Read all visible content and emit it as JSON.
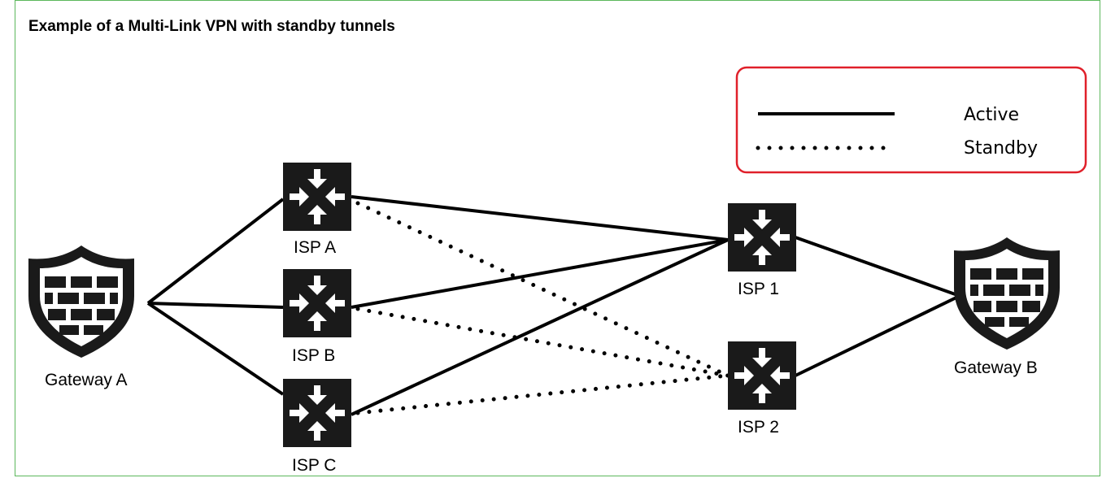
{
  "title": "Example of a Multi-Link VPN with standby tunnels",
  "legend": {
    "active_label": "Active",
    "standby_label": "Standby",
    "border_color": "#e0202a"
  },
  "nodes": {
    "gateway_a": "Gateway A",
    "gateway_b": "Gateway B",
    "isp_a": "ISP A",
    "isp_b": "ISP B",
    "isp_c": "ISP C",
    "isp_1": "ISP 1",
    "isp_2": "ISP 2"
  },
  "icons": {
    "gateway": "firewall-shield-icon",
    "isp": "router-icon"
  },
  "frame_color": "#5cb85c"
}
